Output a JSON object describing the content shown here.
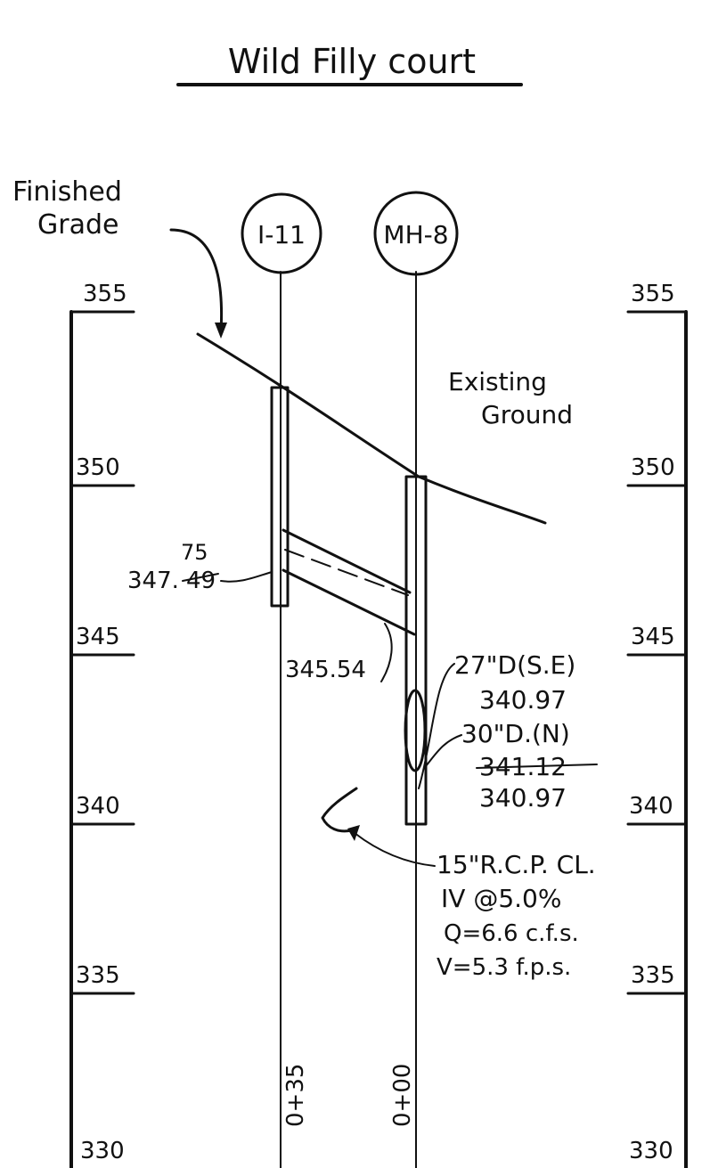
{
  "title": "Wild Filly court",
  "structures": [
    {
      "id": "I-11",
      "station": "0+35"
    },
    {
      "id": "MH-8",
      "station": "0+00"
    }
  ],
  "elevation_labels_left": [
    "355",
    "350",
    "345",
    "340",
    "335",
    "330"
  ],
  "elevation_labels_right": [
    "355",
    "350",
    "345",
    "340",
    "335",
    "330"
  ],
  "callouts": {
    "finished_grade": [
      "Finished",
      "Grade"
    ],
    "existing_ground": [
      "Existing",
      "Ground"
    ],
    "i11_invert_revised": "75",
    "i11_invert_label": "347.",
    "i11_invert_struck": "49",
    "pipe_invert_at_mh8": "345.54",
    "inlet_27": "27\"D(S.E)",
    "inlet_27_elev": "340.97",
    "inlet_30": "30\"D.(N)",
    "inlet_30_struck_elev": "341.12",
    "inlet_30_elev": "340.97"
  },
  "pipe_spec": {
    "line1": "15\"R.C.P. CL.",
    "line2": "IV @5.0%",
    "line3": "Q=6.6 c.f.s.",
    "line4": "V=5.3 f.p.s."
  }
}
